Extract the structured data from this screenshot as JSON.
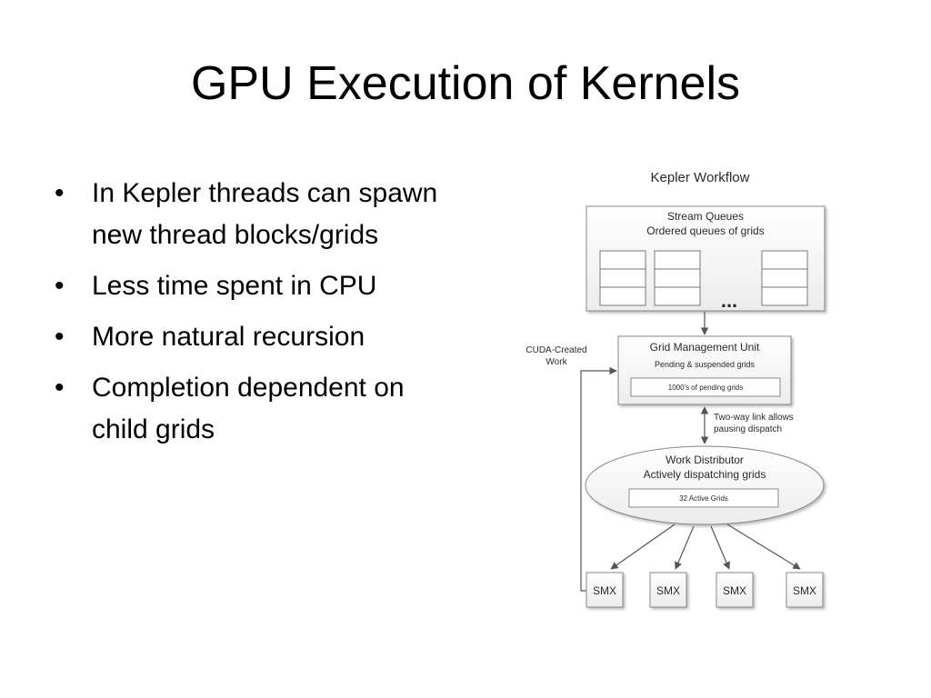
{
  "slide": {
    "title": "GPU Execution of Kernels",
    "bullets": [
      "In Kepler threads can spawn new thread blocks/grids",
      "Less time spent in CPU",
      "More natural recursion",
      "Completion dependent on child grids"
    ],
    "bullet_glyph": "•"
  },
  "diagram": {
    "title": "Kepler Workflow",
    "stream_queues": {
      "title": "Stream Queues",
      "subtitle": "Ordered queues of grids",
      "ellipsis": "..."
    },
    "grid_management_unit": {
      "title": "Grid Management Unit",
      "subtitle": "Pending & suspended grids",
      "inner_label": "1000's of pending grids"
    },
    "cuda_created_work": {
      "line1": "CUDA-Created",
      "line2": "Work"
    },
    "two_way_link": {
      "line1": "Two-way link allows",
      "line2": "pausing dispatch"
    },
    "work_distributor": {
      "title": "Work Distributor",
      "subtitle": "Actively dispatching grids",
      "inner_label": "32 Active Grids"
    },
    "smx": [
      "SMX",
      "SMX",
      "SMX",
      "SMX"
    ]
  }
}
